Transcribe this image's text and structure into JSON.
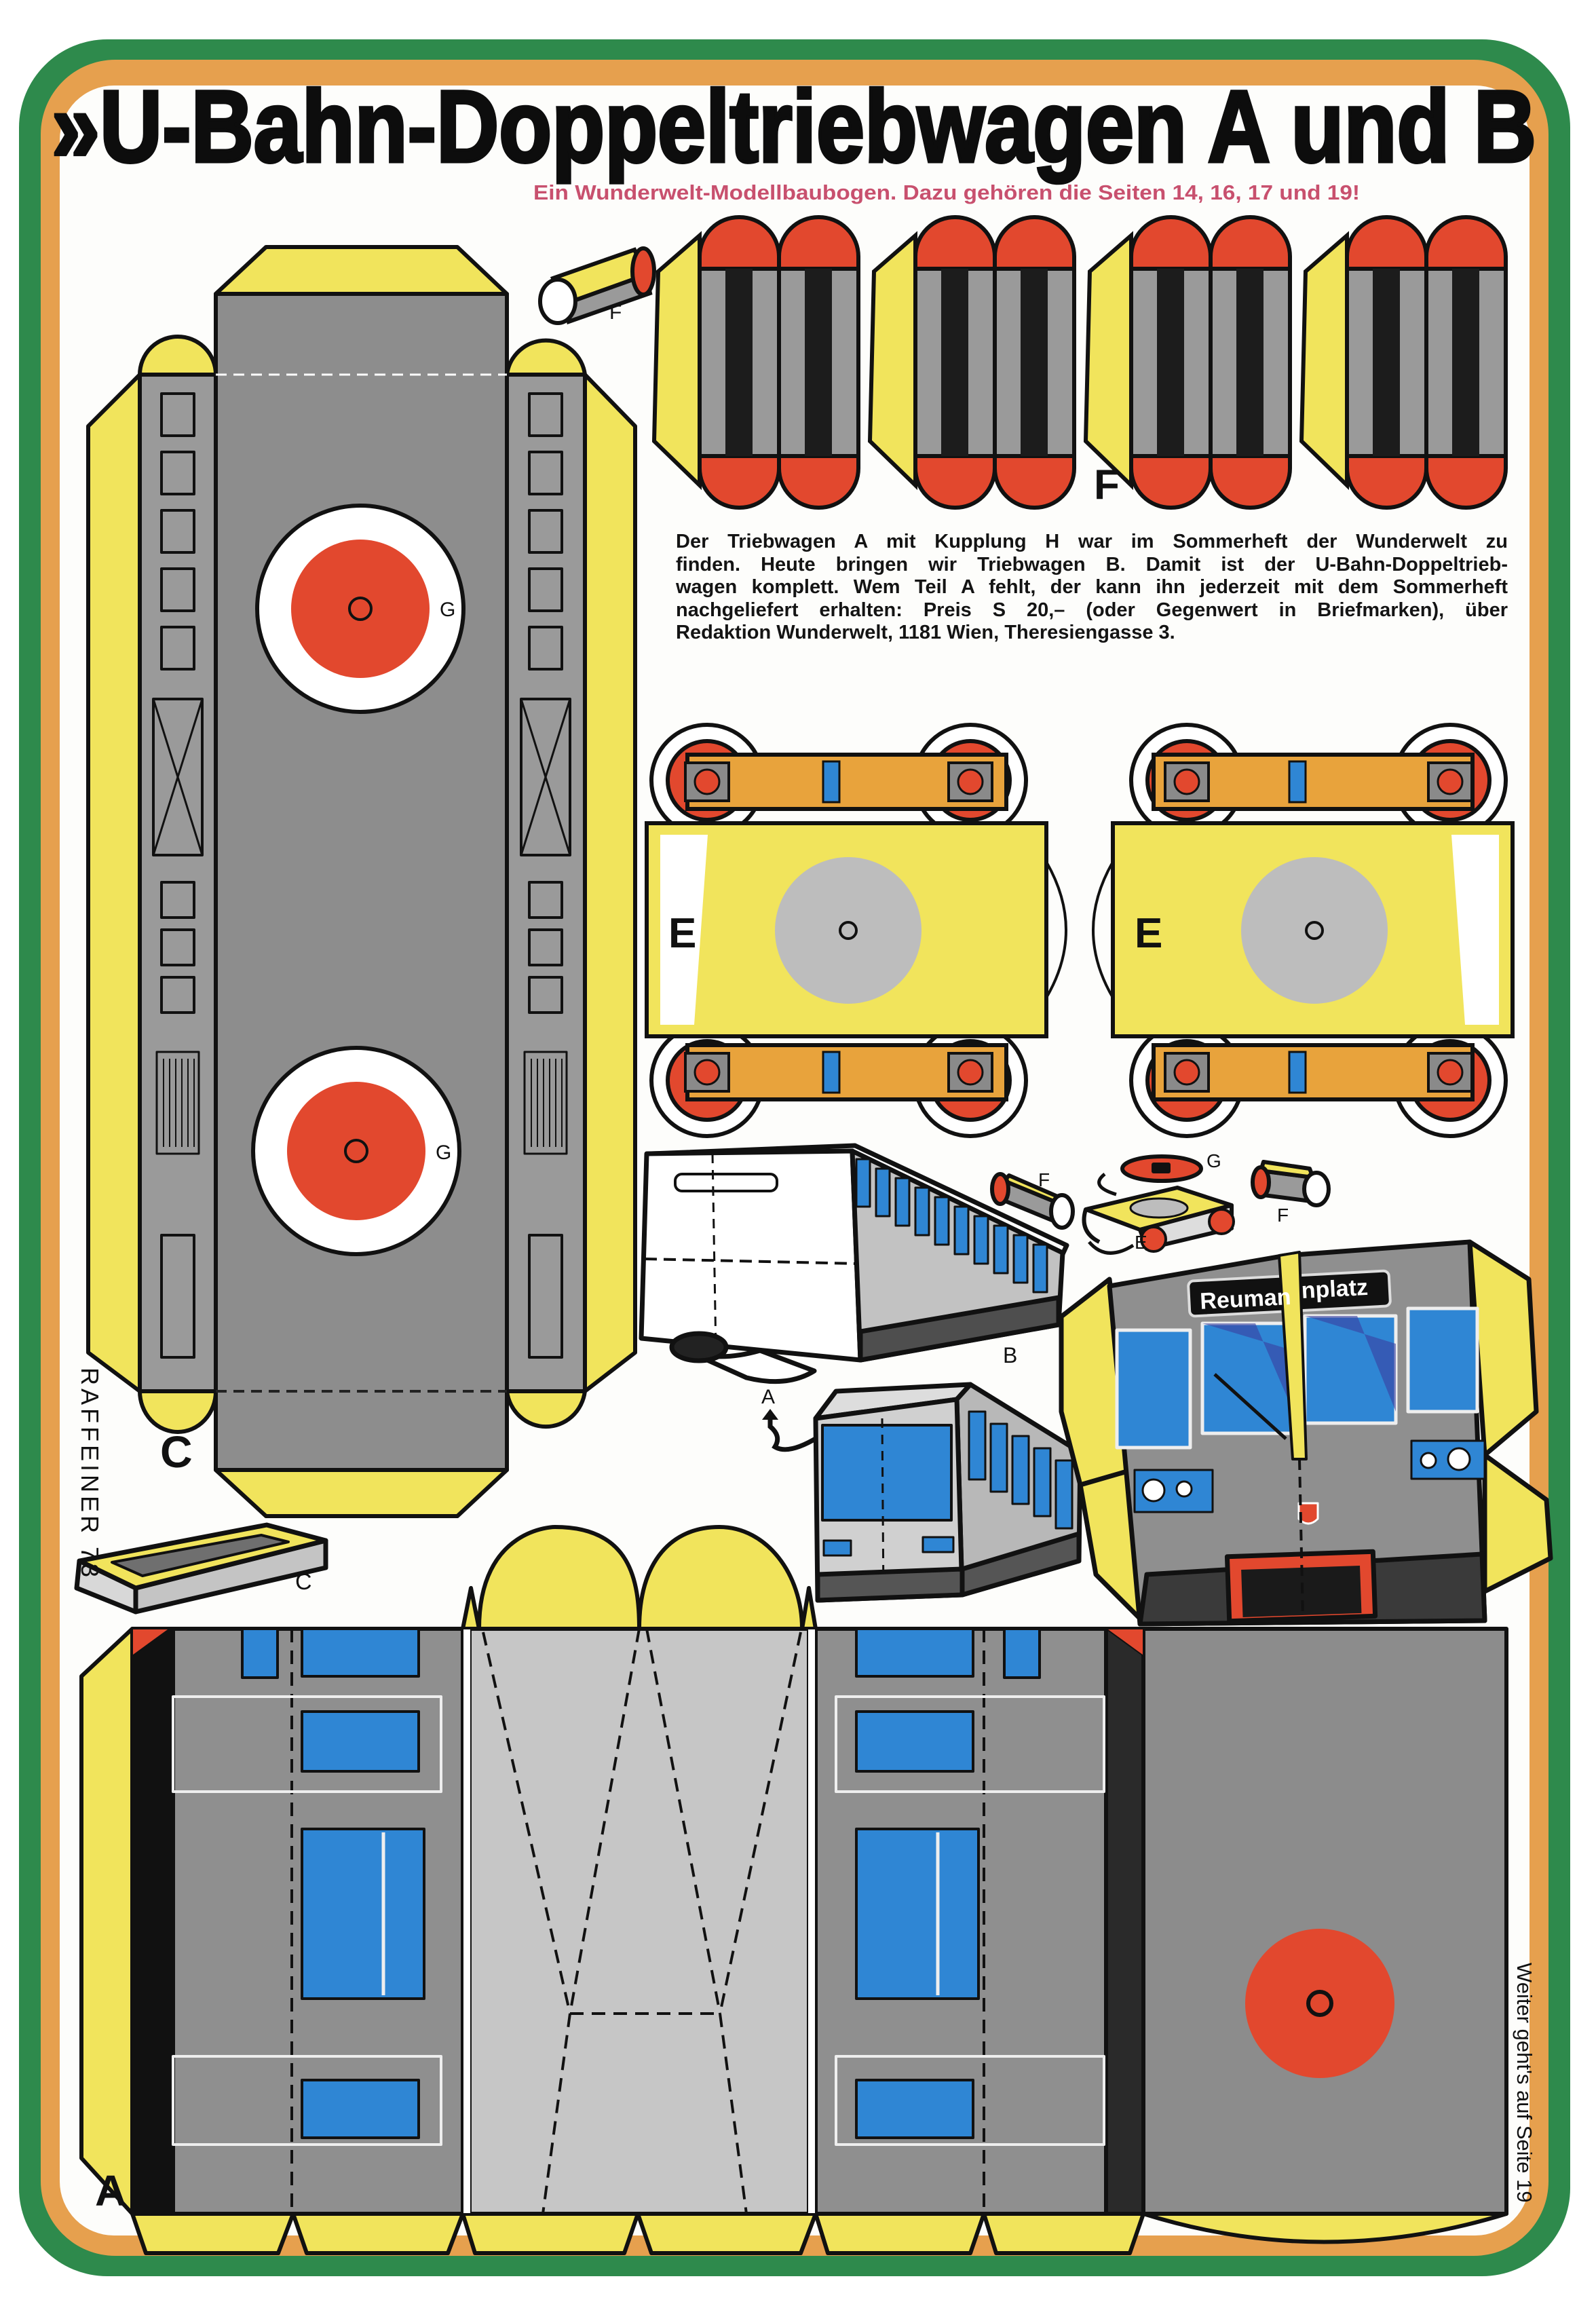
{
  "header": {
    "title": "»U-Bahn-Doppeltriebwagen A und B",
    "subtitle": "Ein Wunderwelt-Modellbaubogen. Dazu gehören die Seiten 14, 16, 17 und 19!"
  },
  "intro_lines": [
    "Der Triebwagen A mit Kupplung H war im Sommerheft der Wunderwelt zu",
    "finden. Heute bringen wir Triebwagen B. Damit ist der U-Bahn-Doppeltrieb-",
    "wagen komplett. Wem Teil A fehlt, der kann ihn jederzeit mit dem Sommerheft",
    "nachgeliefert erhalten: Preis S 20,– (oder Gegenwert in Briefmarken), über",
    "Redaktion Wunderwelt, 1181 Wien, Theresiengasse 3."
  ],
  "labels": {
    "A": "A",
    "B": "B",
    "C": "C",
    "E": "E",
    "F": "F",
    "G": "G"
  },
  "destination_sign": {
    "left": "Reuman",
    "right": "nplatz"
  },
  "credit": "RAFFEINER 73",
  "continued": "Weiter geht's auf Seite 19",
  "colors": {
    "frame_green": "#2e8a4c",
    "frame_orange": "#e6a04e",
    "subtitle_pink": "#c8506e",
    "tab_yellow": "#f1e45c",
    "body_gray": "#8f8f8f",
    "wheel_red": "#e2482e",
    "window_blue": "#2f86d4"
  }
}
